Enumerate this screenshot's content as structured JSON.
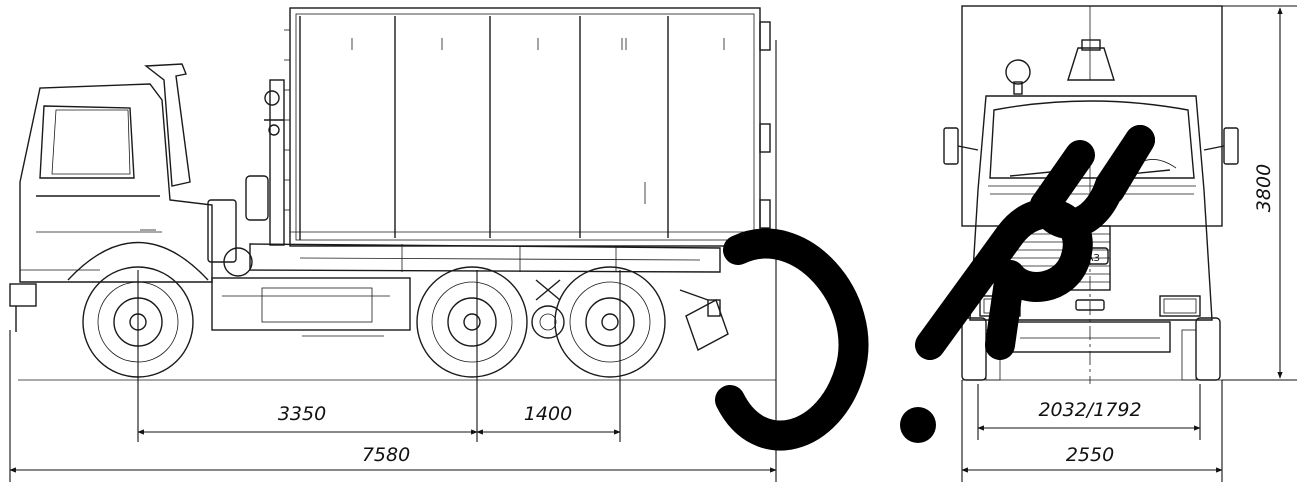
{
  "drawing": {
    "subject": "МАЗ hooklift container truck, 6x4, side and front elevations",
    "badge_text": "МАЗ",
    "stroke_color": "#1a1a1a",
    "background_color": "#ffffff"
  },
  "dimensions": {
    "side_view": {
      "wheelbase_front": {
        "label": "3350",
        "value_mm": 3350
      },
      "wheelbase_rear": {
        "label": "1400",
        "value_mm": 1400
      },
      "overall_length": {
        "label": "7580",
        "value_mm": 7580
      }
    },
    "front_view": {
      "height": {
        "label": "3800",
        "value_mm": 3800
      },
      "track": {
        "label": "2032/1792",
        "front_mm": 2032,
        "rear_mm": 1792
      },
      "width": {
        "label": "2550",
        "value_mm": 2550
      }
    }
  },
  "watermark": {
    "text": "...O.RU",
    "color": "#000000"
  }
}
